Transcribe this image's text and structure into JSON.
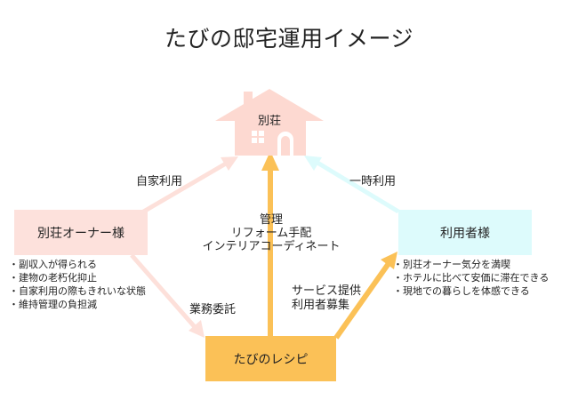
{
  "title": "たびの邸宅運用イメージ",
  "house": {
    "label": "別荘"
  },
  "owner": {
    "label": "別荘オーナー様",
    "benefits": [
      "副収入が得られる",
      "建物の老朽化抑止",
      "自家利用の際もきれいな状態",
      "維持管理の負担減"
    ]
  },
  "user": {
    "label": "利用者様",
    "benefits": [
      "別荘オーナー気分を満喫",
      "ホテルに比べて安価に滞在できる",
      "現地での暮らしを体感できる"
    ]
  },
  "recipe": {
    "label": "たびのレシピ"
  },
  "arrows": {
    "owner_to_house": "自家利用",
    "user_to_house": "一時利用",
    "recipe_to_house": [
      "管理",
      "リフォーム手配",
      "インテリアコーディネート"
    ],
    "owner_to_recipe": "業務委託",
    "recipe_to_user": [
      "サービス提供",
      "利用者募集"
    ]
  },
  "colors": {
    "house": "#fdd9d1",
    "owner_box": "#fde1dc",
    "user_box": "#ddfbfc",
    "recipe_box": "#fbc157",
    "arrow_pink": "#fde0da",
    "arrow_cyan": "#ddfbfc",
    "arrow_orange": "#fbc157"
  }
}
